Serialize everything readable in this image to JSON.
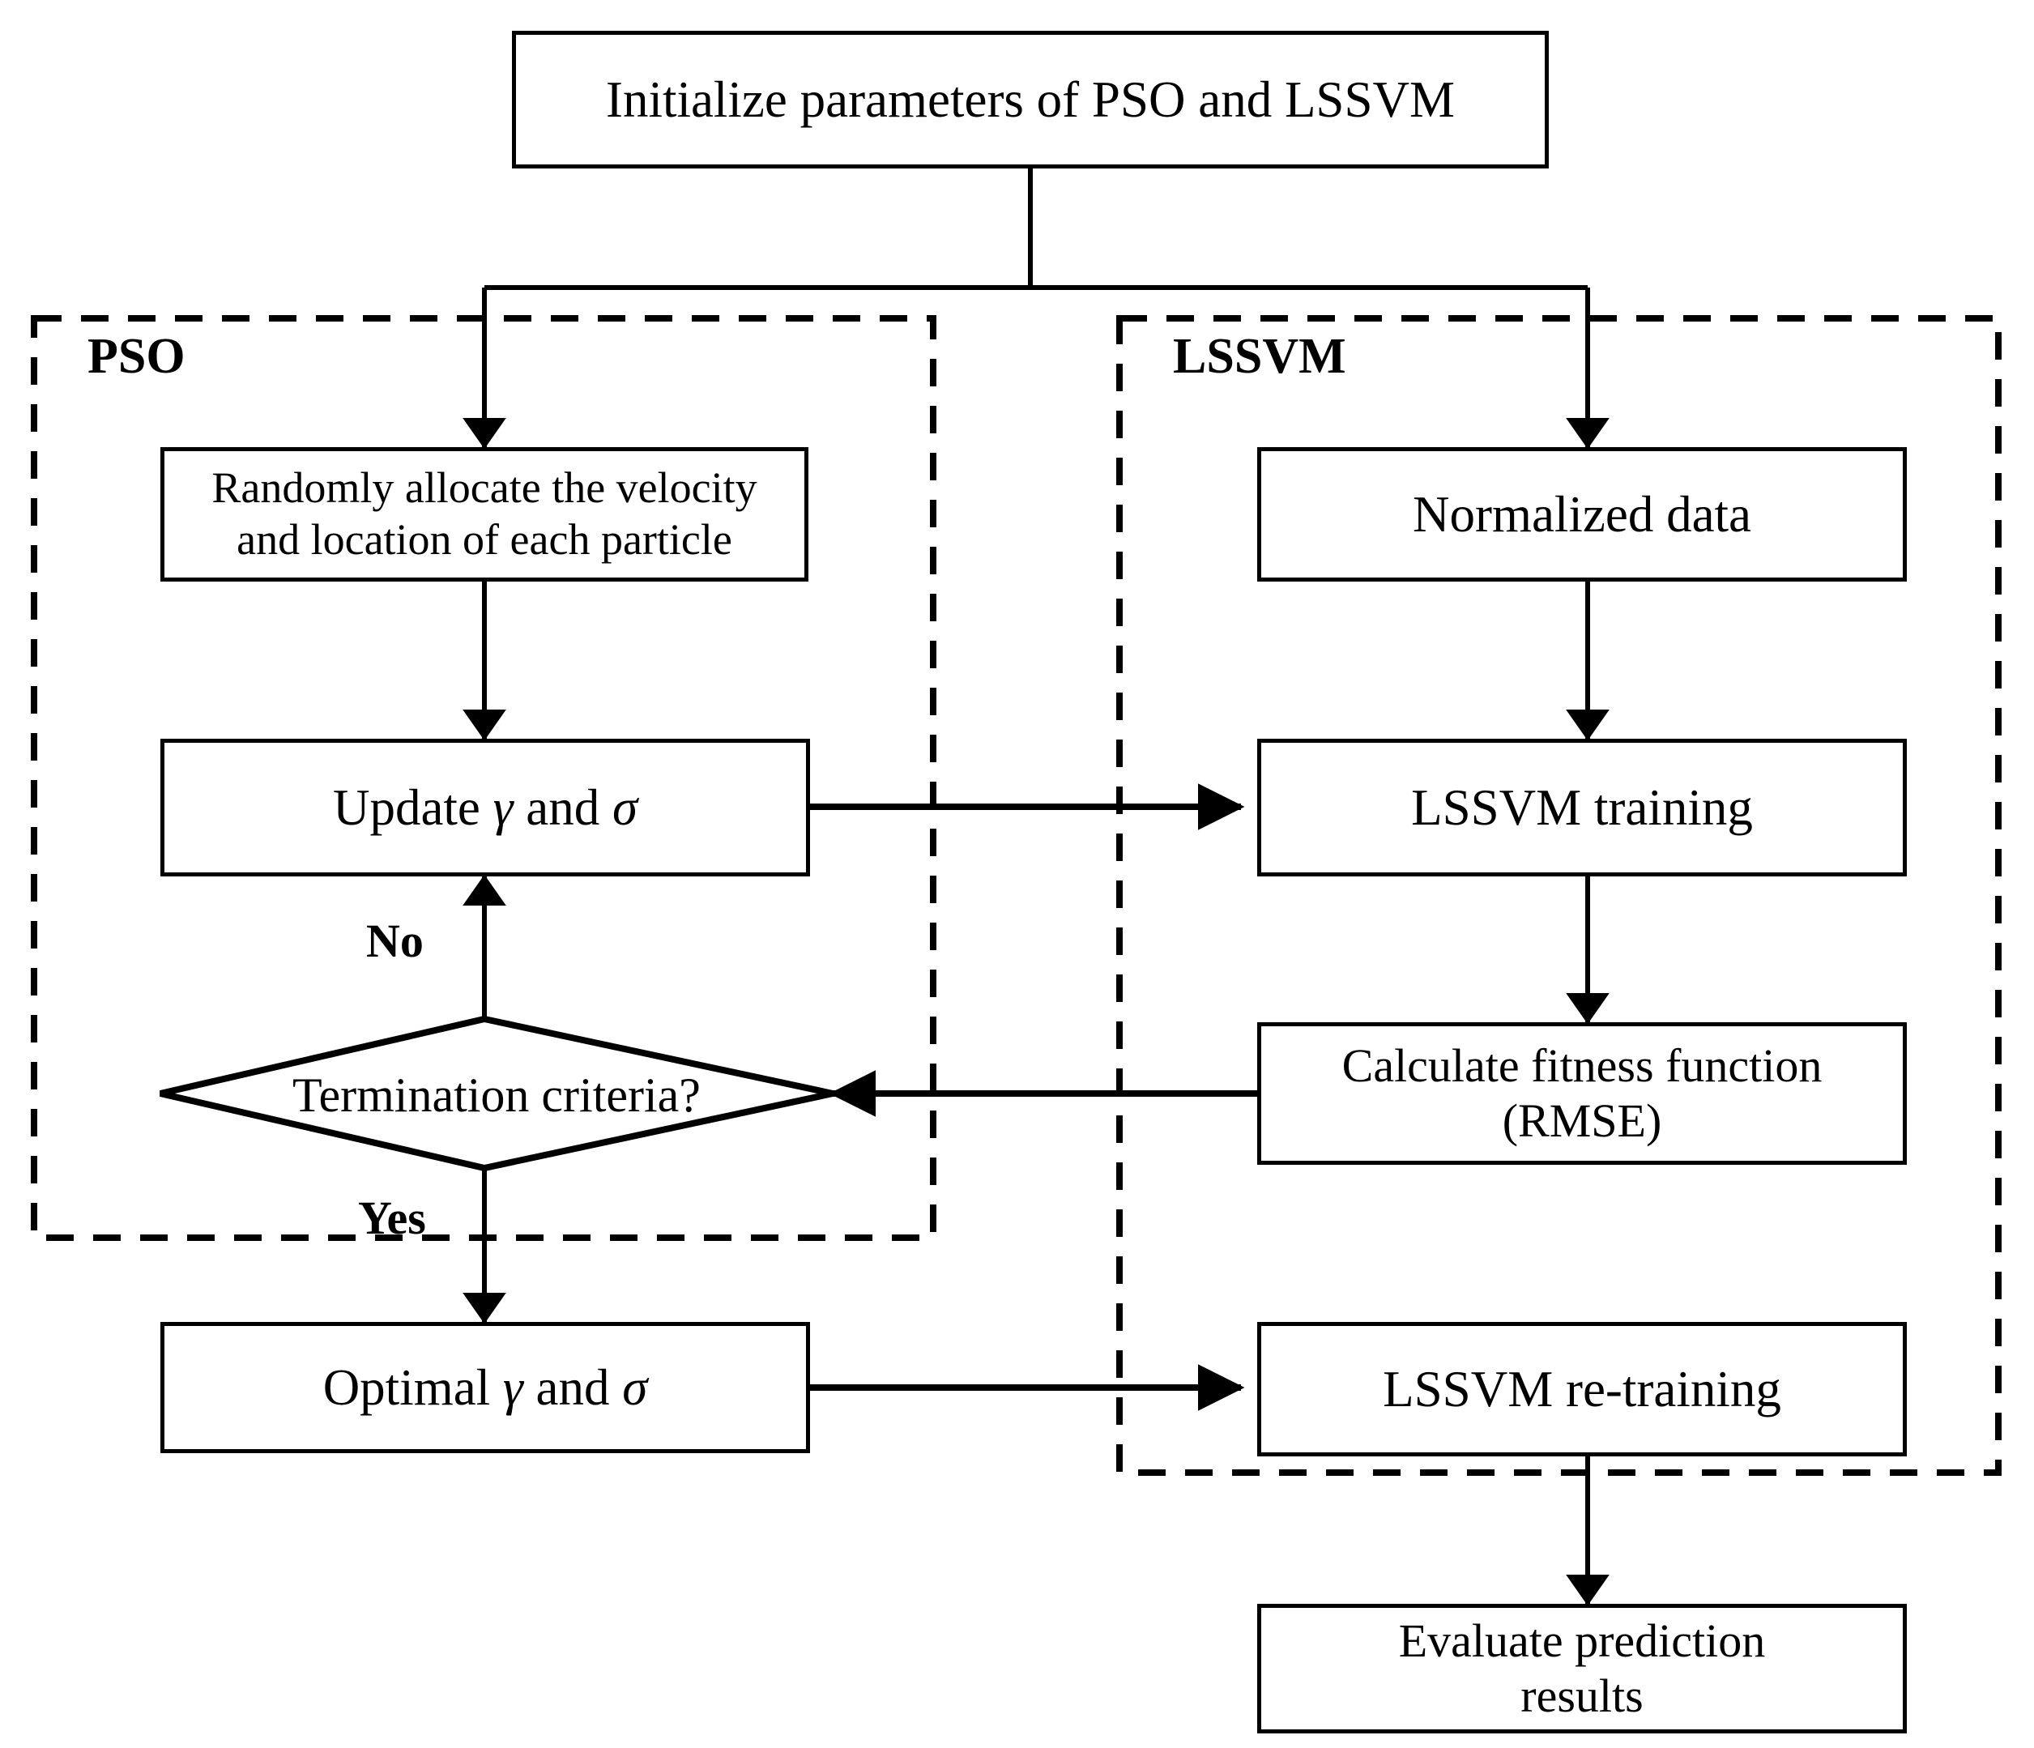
{
  "diagram": {
    "title": "PSO-LSSVM hybrid model flowchart",
    "background_color": "#ffffff",
    "stroke_color": "#000000"
  },
  "nodes": {
    "initialize": {
      "label": "Initialize parameters of PSO and LSSVM"
    },
    "random_allocate": {
      "label": "Randomly allocate the velocity\nand location  of each particle"
    },
    "update_params": {
      "label": "Update γ and σ"
    },
    "termination": {
      "label": "Termination criteria?"
    },
    "optimal_params": {
      "label": "Optimal γ and σ"
    },
    "normalized_data": {
      "label": "Normalized data"
    },
    "lssvm_training": {
      "label": "LSSVM training"
    },
    "calculate_fitness": {
      "label": "Calculate fitness function\n(RMSE)"
    },
    "lssvm_retraining": {
      "label": "LSSVM re-training"
    },
    "evaluate_prediction": {
      "label": "Evaluate prediction\nresults"
    }
  },
  "groups": {
    "pso": {
      "label": "PSO"
    },
    "lssvm": {
      "label": "LSSVM"
    }
  },
  "edge_labels": {
    "no": "No",
    "yes": "Yes"
  }
}
